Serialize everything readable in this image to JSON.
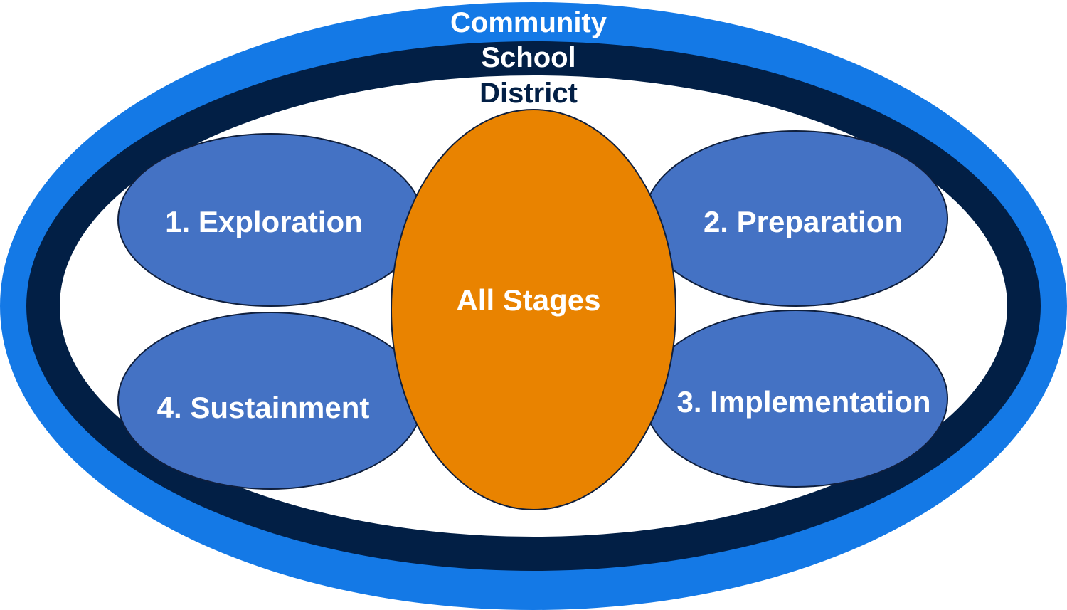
{
  "diagram": {
    "rings": {
      "community": "Community",
      "school": "School",
      "district": "District"
    },
    "stages": {
      "exploration": "1. Exploration",
      "preparation": "2. Preparation",
      "implementation": "3. Implementation",
      "sustainment": "4. Sustainment",
      "all": "All Stages"
    },
    "colors": {
      "community_ring": "#1479e6",
      "school_ring": "#021f45",
      "district_area": "#ffffff",
      "stage_fill": "#4472c4",
      "stage_stroke": "#0f1f3d",
      "center_fill": "#e98300",
      "community_text": "#ffffff",
      "school_text": "#ffffff",
      "district_text": "#021f45"
    }
  }
}
